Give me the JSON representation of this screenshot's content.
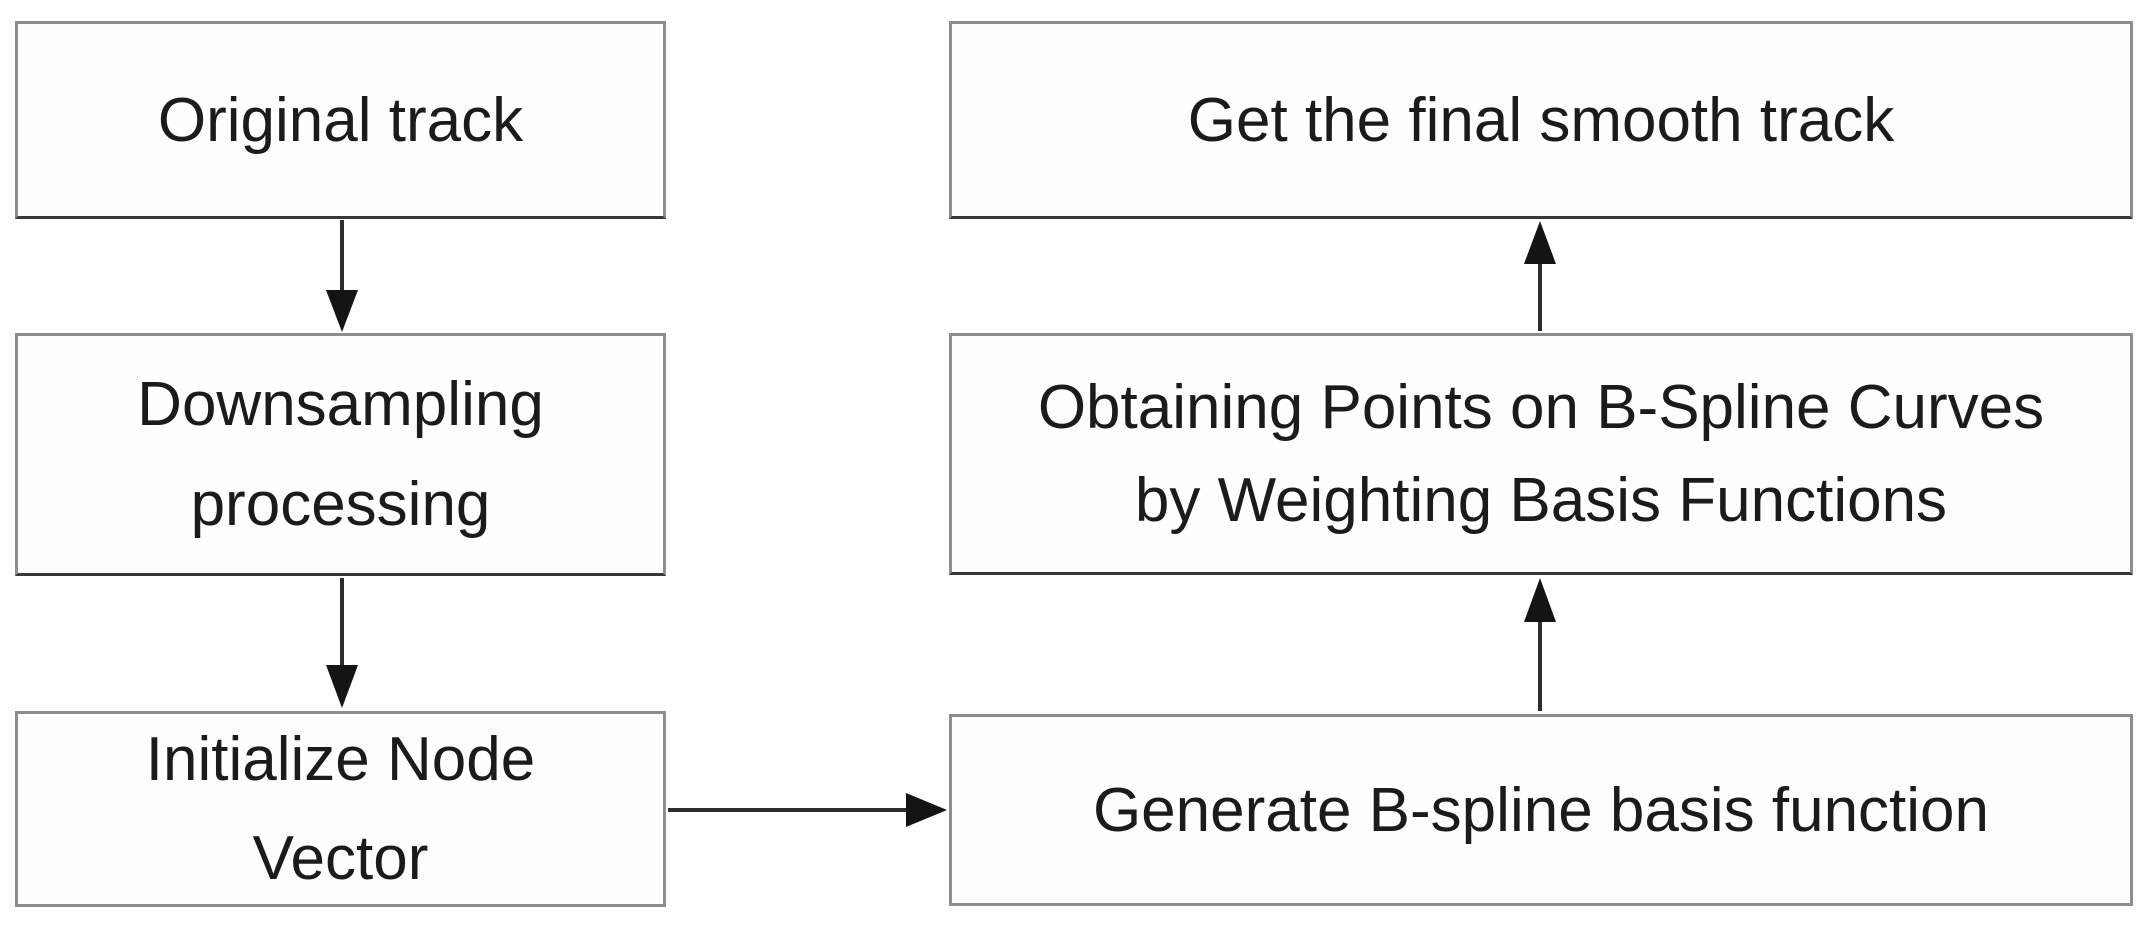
{
  "diagram": {
    "title": "B-spline track smoothing flowchart",
    "background_color": "#ffffff",
    "box_fill_color": "#fefefe",
    "box_border_color": "#8e8e8e",
    "text_color": "#1b1b1b",
    "arrow_color": "#141414",
    "nodes": [
      {
        "id": "original-track",
        "label": "Original track"
      },
      {
        "id": "downsampling",
        "label": "Downsampling\nprocessing"
      },
      {
        "id": "init-node-vector",
        "label": "Initialize Node\nVector"
      },
      {
        "id": "final-smooth-track",
        "label": "Get the final smooth track"
      },
      {
        "id": "obtaining-points",
        "label": "Obtaining Points on B-Spline Curves\nby Weighting Basis Functions"
      },
      {
        "id": "generate-basis",
        "label": "Generate B-spline basis function"
      }
    ],
    "edges": [
      {
        "from": "original-track",
        "to": "downsampling",
        "direction": "down"
      },
      {
        "from": "downsampling",
        "to": "init-node-vector",
        "direction": "down"
      },
      {
        "from": "init-node-vector",
        "to": "generate-basis",
        "direction": "right"
      },
      {
        "from": "generate-basis",
        "to": "obtaining-points",
        "direction": "up"
      },
      {
        "from": "obtaining-points",
        "to": "final-smooth-track",
        "direction": "up"
      }
    ]
  }
}
